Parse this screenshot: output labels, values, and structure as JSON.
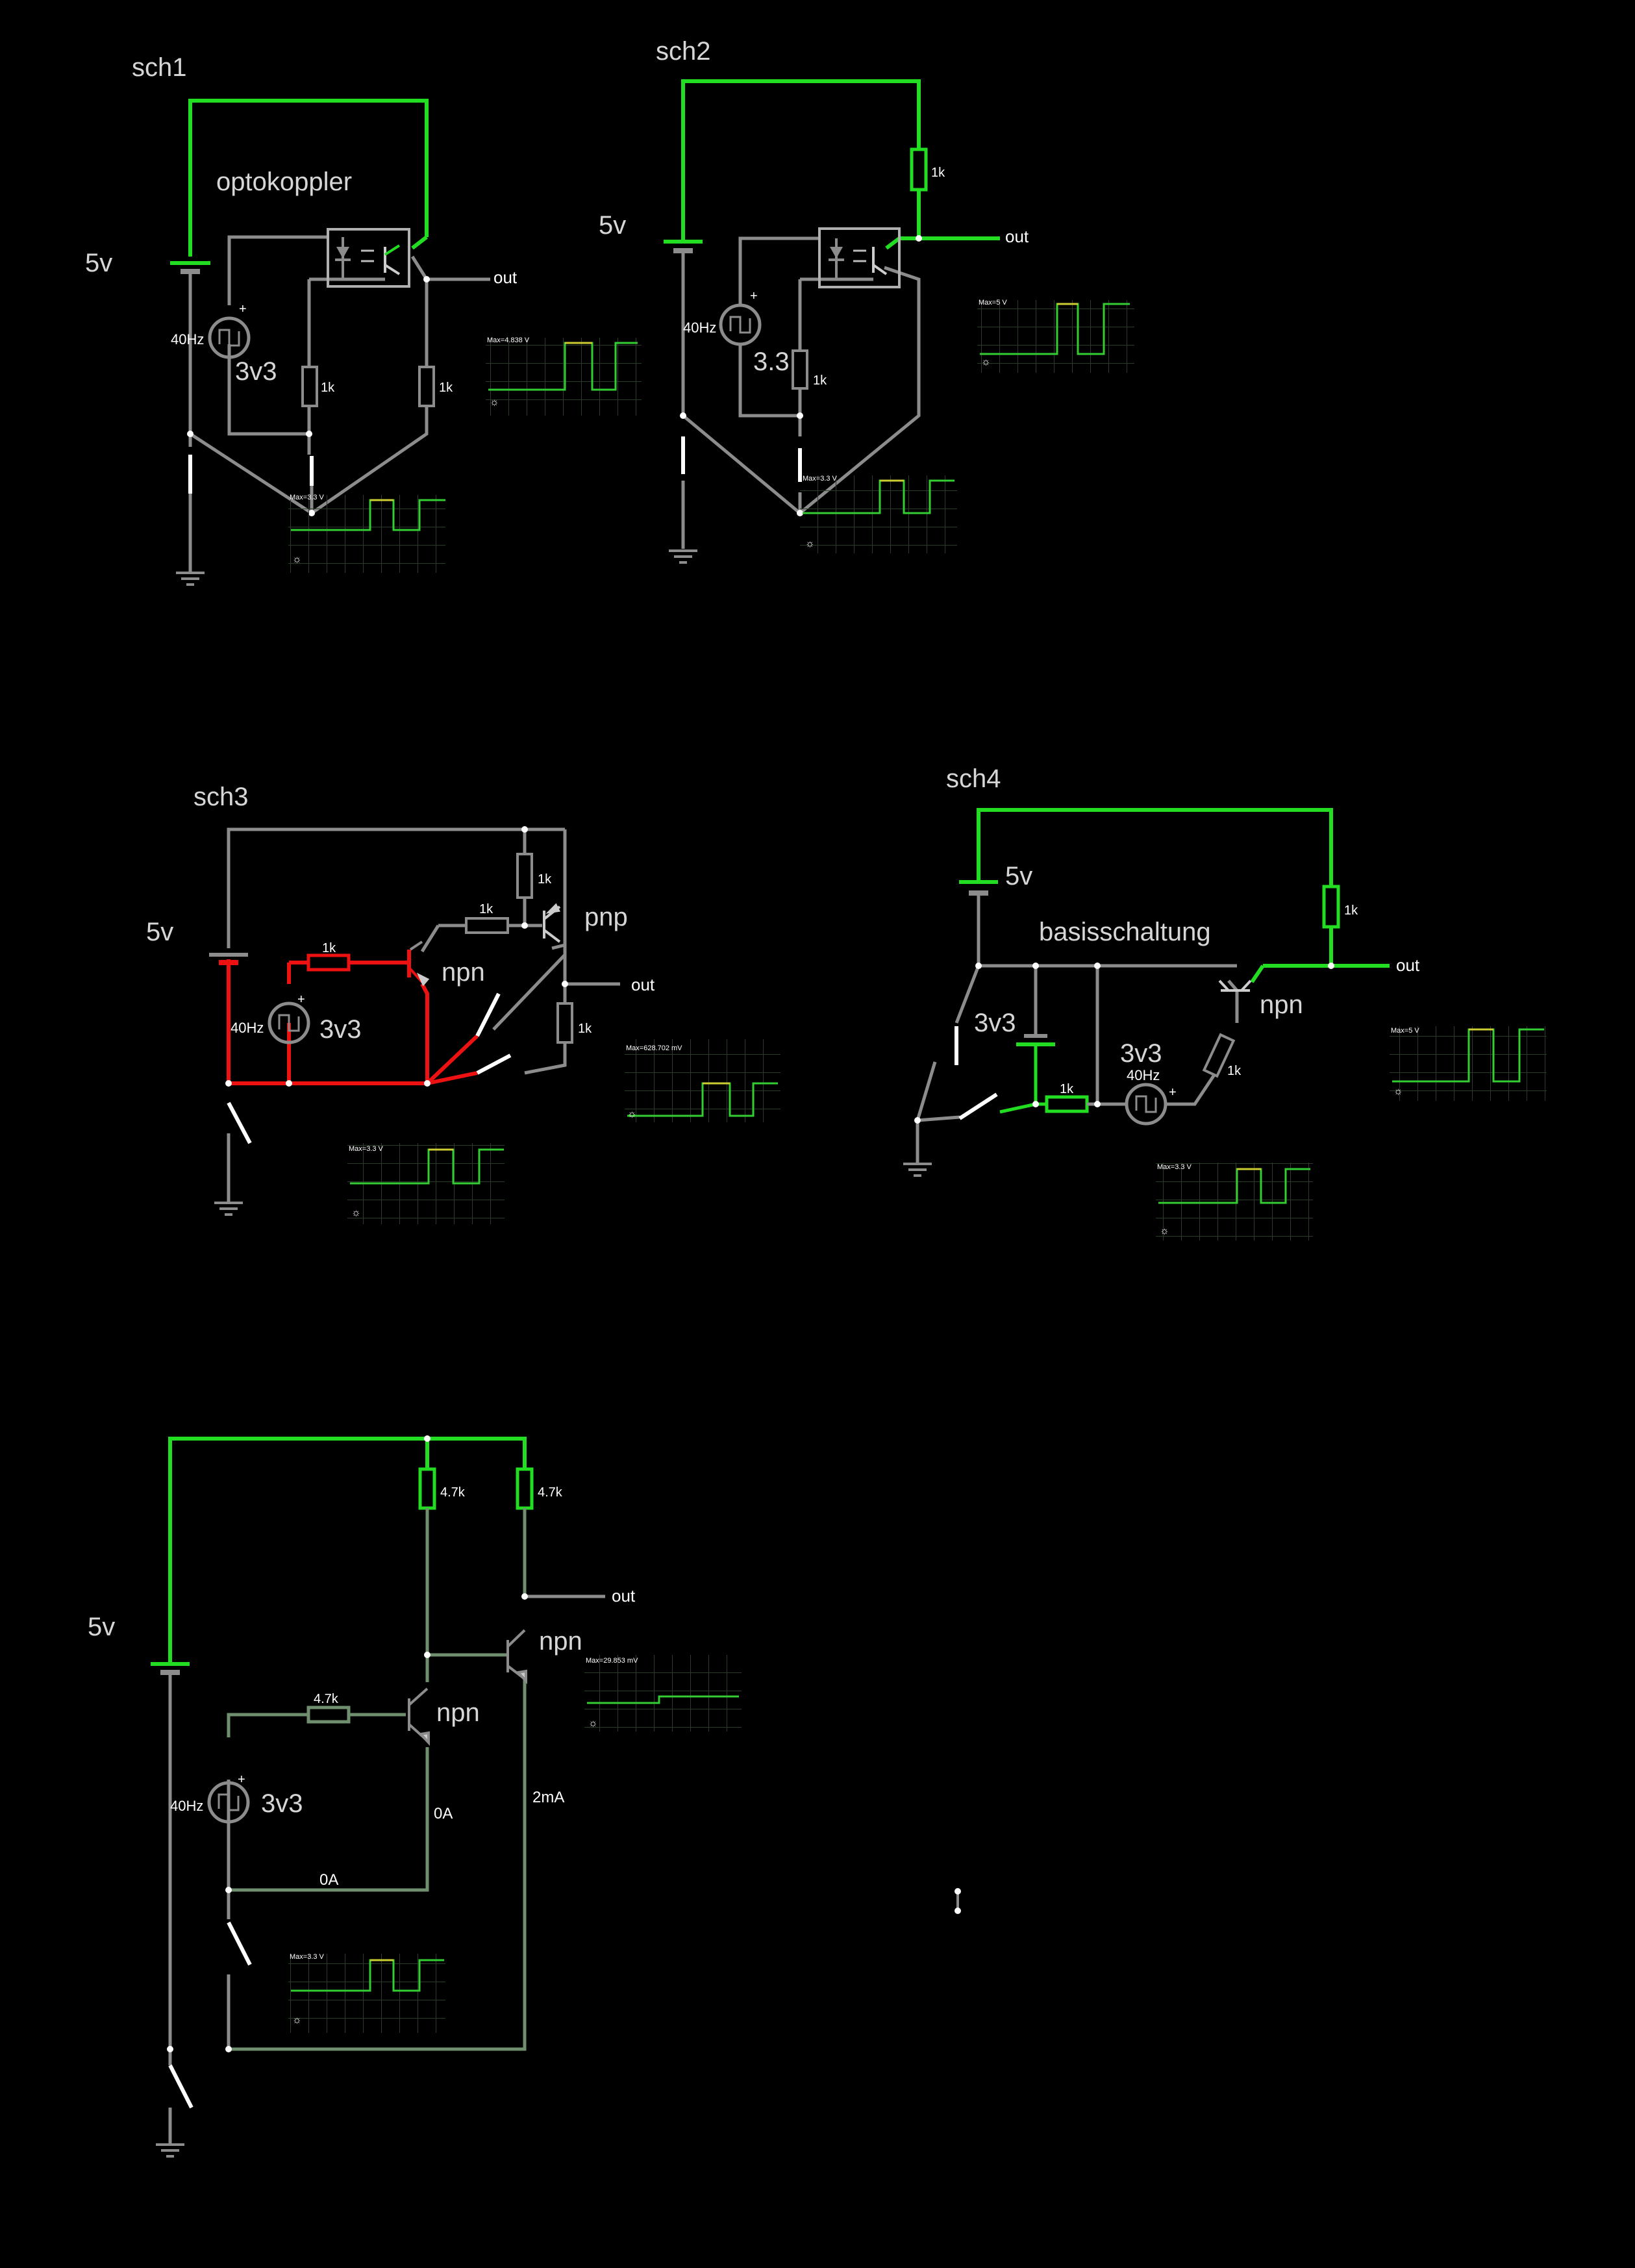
{
  "colors": {
    "background": "#000000",
    "wire_idle": "#8c8c8c",
    "wire_high": "#22dd22",
    "wire_red": "#ee1111",
    "wire_dim_green": "#5c8a5c",
    "scope_grid": "#2c3d2c",
    "scope_low": "#33cc33",
    "scope_high": "#cccc33",
    "text": "#d6d6d6"
  },
  "schematics": {
    "sch1": {
      "title": "sch1",
      "caption": "optokoppler",
      "supply": "5v",
      "source_freq": "40Hz",
      "source_volt": "3v3",
      "r_left": "1k",
      "r_right": "1k",
      "out": "out",
      "scope_top_max": "Max=4.838 V",
      "scope_bottom_max": "Max=3.3 V"
    },
    "sch2": {
      "title": "sch2",
      "supply": "5v",
      "r_top": "1k",
      "out": "out",
      "source_freq": "40Hz",
      "source_volt": "3.3",
      "r_mid": "1k",
      "scope_top_max": "Max=5 V",
      "scope_bottom_max": "Max=3.3 V"
    },
    "sch3": {
      "title": "sch3",
      "supply": "5v",
      "r_top": "1k",
      "r_base": "1k",
      "transistor_pnp": "pnp",
      "r_input": "1k",
      "transistor_npn": "npn",
      "out": "out",
      "source_freq": "40Hz",
      "source_volt": "3v3",
      "r_out": "1k",
      "scope_top_max": "Max=628.702 mV",
      "scope_bottom_max": "Max=3.3 V"
    },
    "sch4": {
      "title": "sch4",
      "supply": "5v",
      "caption": "basisschaltung",
      "r_top": "1k",
      "out": "out",
      "transistor": "npn",
      "bias": "3v3",
      "source_volt": "3v3",
      "source_freq": "40Hz",
      "r_diag": "1k",
      "r_input": "1k",
      "scope_top_max": "Max=5 V",
      "scope_bottom_max": "Max=3.3 V"
    },
    "sch5": {
      "supply": "5v",
      "r_left": "4.7k",
      "r_right": "4.7k",
      "out": "out",
      "transistor_right": "npn",
      "r_input": "4.7k",
      "transistor_left": "npn",
      "source_freq": "40Hz",
      "source_volt": "3v3",
      "current_emitter": "0A",
      "current_right": "2mA",
      "current_bottom": "0A",
      "scope_right_max": "Max=29.853 mV",
      "scope_bottom_max": "Max=3.3 V"
    }
  }
}
